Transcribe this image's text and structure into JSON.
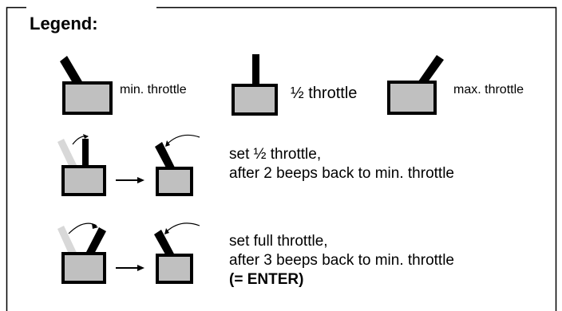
{
  "legend": {
    "title": "Legend:"
  },
  "positions": {
    "min_label": "min. throttle",
    "half_label": "½  throttle",
    "max_label": "max. throttle"
  },
  "steps": [
    {
      "line1": "set ½  throttle,",
      "line2": "after 2 beeps back to min. throttle"
    },
    {
      "line1": "set full throttle,",
      "line2": "after 3 beeps back to min. throttle",
      "line3": "(= ENTER)"
    }
  ],
  "colors": {
    "box_fill": "#c0c0c0",
    "stick": "#000000",
    "ghost_stick": "#d8d8d8",
    "border": "#000000"
  }
}
